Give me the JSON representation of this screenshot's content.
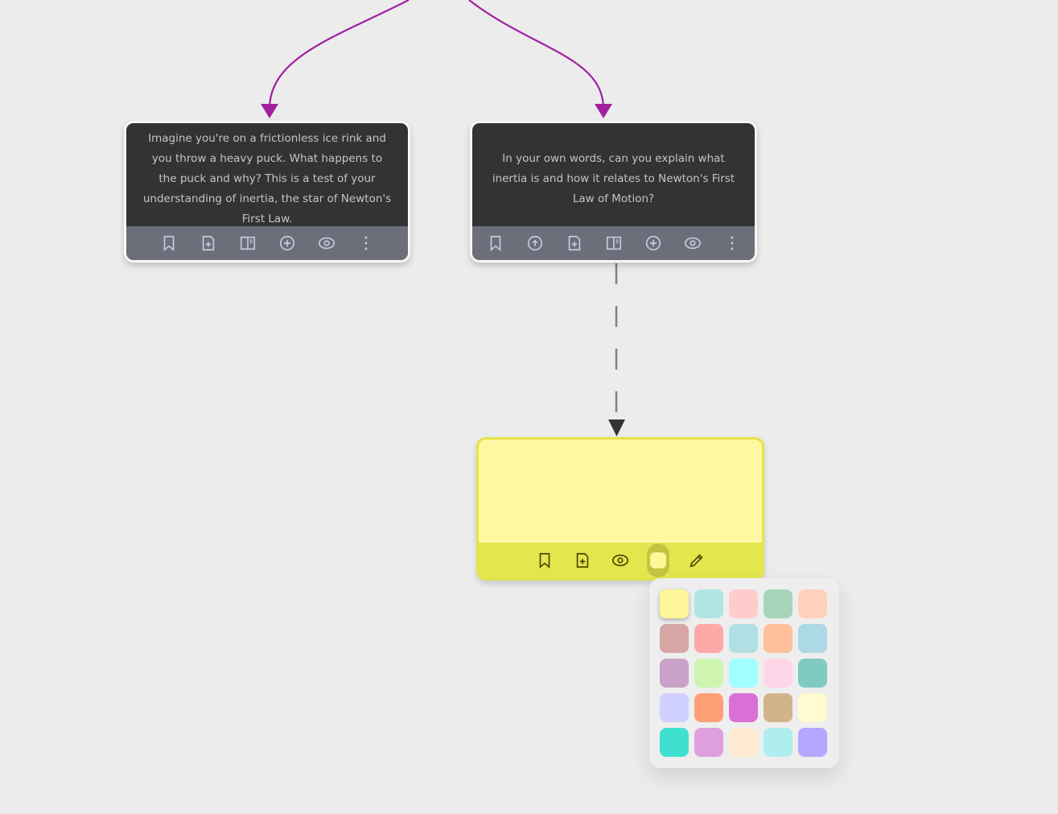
{
  "canvas": {
    "background": "#ececec"
  },
  "edges": [
    {
      "id": "edge-left",
      "color": "#a020a0",
      "style": "solid",
      "from": "above",
      "to": "node-puck"
    },
    {
      "id": "edge-right",
      "color": "#a020a0",
      "style": "solid",
      "from": "above",
      "to": "node-inertia"
    },
    {
      "id": "edge-dashed",
      "color": "#808080",
      "style": "dashed",
      "from": "node-inertia",
      "to": "node-sticky"
    }
  ],
  "nodes": {
    "puck": {
      "text": "Imagine you're on a frictionless ice rink and you throw a heavy puck. What happens to the puck and why? This is a test of your understanding of inertia, the star of Newton's First Law.",
      "toolbar": [
        "bookmark-icon",
        "add-note-icon",
        "split-view-icon",
        "add-circle-icon",
        "eye-icon",
        "more-vertical-icon"
      ]
    },
    "inertia": {
      "text": "In your own words, can you explain what inertia is and how it relates to Newton's First Law of Motion?",
      "toolbar": [
        "bookmark-icon",
        "upload-circle-icon",
        "add-note-icon",
        "split-view-icon",
        "add-circle-icon",
        "eye-icon",
        "more-vertical-icon"
      ]
    },
    "sticky": {
      "text": "",
      "color": "#fef9a0",
      "toolbar": [
        "bookmark-icon",
        "add-note-icon",
        "eye-icon",
        "color-picker",
        "pencil-icon"
      ]
    }
  },
  "palette": {
    "selected_index": 0,
    "colors": [
      "#fff69a",
      "#b0e5e6",
      "#ffcccb",
      "#a8d5ba",
      "#ffd1ba",
      "#d5a6a4",
      "#ffa8a8",
      "#b1dfe3",
      "#ffbf9b",
      "#add8e6",
      "#c8a2c8",
      "#cdf5b0",
      "#a0ffff",
      "#ffd6e7",
      "#81cac4",
      "#d0d0ff",
      "#ff9f78",
      "#da70d6",
      "#d2b48c",
      "#fffad0",
      "#40e0d0",
      "#dda0dd",
      "#ffebd2",
      "#afeeee",
      "#b3a7ff"
    ]
  }
}
